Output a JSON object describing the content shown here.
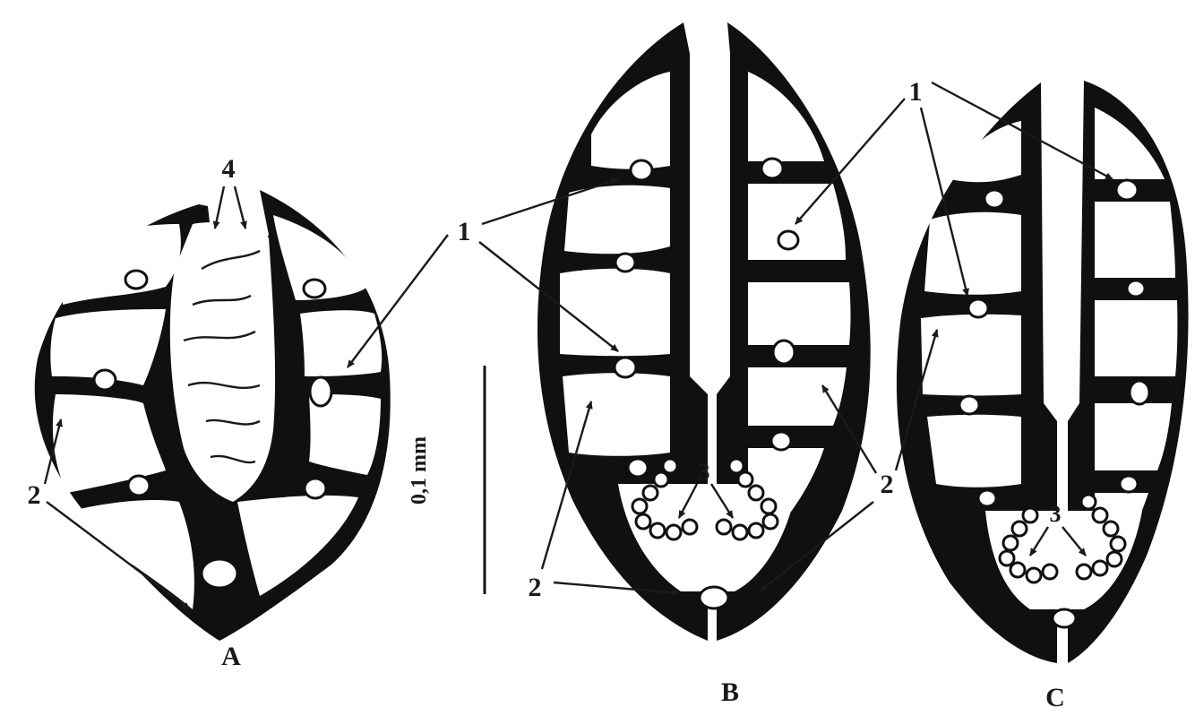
{
  "figure": {
    "panels": [
      {
        "id": "A",
        "label": "A"
      },
      {
        "id": "B",
        "label": "B"
      },
      {
        "id": "C",
        "label": "C"
      }
    ],
    "callouts": {
      "one": "1",
      "two": "2",
      "three": "3",
      "four": "4"
    },
    "scale_bar": {
      "label": "0,1 mm"
    },
    "colors": {
      "ink": "#101010",
      "background": "#ffffff"
    }
  }
}
